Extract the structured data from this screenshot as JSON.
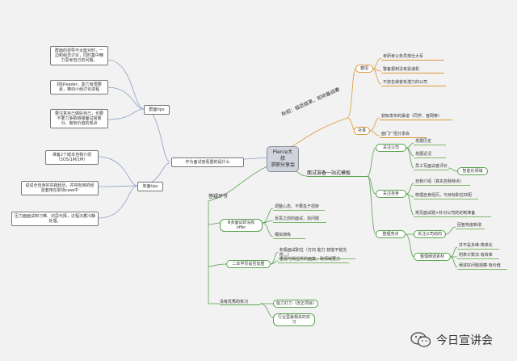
{
  "center": {
    "line1": "Pierce大叔",
    "line2": "求职分享会"
  },
  "left": {
    "main": "作为面试官看重的是什么",
    "branch_group": "群面tips",
    "group_items": [
      "群面的领导不太能对时，一边和组员讨论，同时集中精力思考自己的问题。",
      "抓好leader，能力有限要素，推动小组讨论进程",
      "要注意自己做好自己，也要不要力争取链接面试官被分，做有价值的观点"
    ],
    "branch_single": "单面tips",
    "single_items": [
      "准备2个版本自我介绍（3OS/1M/1M）",
      "说说全自身的实践经历，并将有用的经验套用在职场case中",
      "压力面面试到刁难、切忌代挥，过程沉着冷静处理。"
    ]
  },
  "top_right": {
    "main": "秋招：临近结束，如何备战春",
    "branch1": "春招",
    "branch1_items": [
      "考研考公务员落仕大军",
      "警备报到没有投递机",
      "不放名或者有潜力的公司"
    ],
    "branch2": "补录",
    "branch2_items": [
      "获知发布的渠道（同学、官网等）",
      "面门厂招分享会"
    ]
  },
  "mid_right": {
    "main": "面试准备一站式模板",
    "b1": "关注公司",
    "b1_items": [
      "发展历史",
      "发展近况",
      "员工写面试者评价"
    ],
    "b1_tag": "智能化领域",
    "b2": "关注自身",
    "b2_items": [
      "自我介绍（真实自我特点）",
      "梳理自身经历，与目标职位匹配",
      "常见面试题+针对公司的定制准备"
    ],
    "b3": "整理亮点",
    "b3_sub1": "关注公司动向",
    "b3_sub1_items": [
      "回答热度新增"
    ],
    "b3_sub2": "整理阐述素材",
    "b3_sub2_items": [
      "并不是多维-简单化",
      "附表计数法-有效率",
      "阐述好问题观察-有价值"
    ]
  },
  "bottom": {
    "main": "答疑环节",
    "q1": "N多面试却没有offer",
    "q1_items": [
      "调整心态、不要急于扭转",
      "反思之前的面试，找问题",
      "模拟演练"
    ],
    "q2": "二本学历是否加重",
    "q2_items": [
      "积极面试职位（方向 能力 技能不错当所...）",
      "重视与岗位所的面案，跨领域要力"
    ],
    "q3": "没有优秀的实习",
    "q3_items": [
      "能力打力（改正项目）",
      "行业里最相关的实习"
    ]
  },
  "watermark": {
    "text": "今日宣讲会",
    "icon": "wechat-icon"
  },
  "colors": {
    "green": "#59a14f",
    "orange": "#d99a3b",
    "line": "#8aa0c8"
  }
}
